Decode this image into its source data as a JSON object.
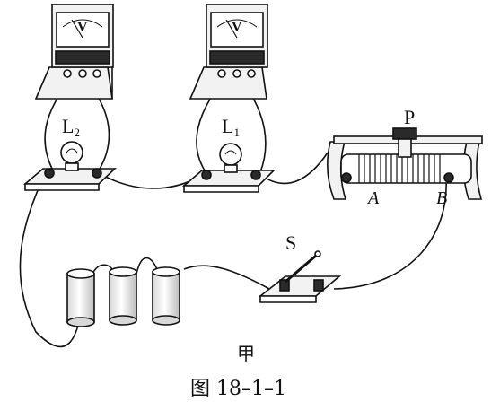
{
  "voltmeter_left": {
    "dial_symbol": "V"
  },
  "voltmeter_right": {
    "dial_symbol": "V"
  },
  "lamp_l2": {
    "letter": "L",
    "index": "2"
  },
  "lamp_l1": {
    "letter": "L",
    "index": "1"
  },
  "rheostat": {
    "slider_label": "P",
    "terminal_a": "A",
    "terminal_b": "B"
  },
  "switch": {
    "label": "S"
  },
  "caption": {
    "sub_label": "甲",
    "figure_label": "图 18–1–1"
  },
  "colors": {
    "ink": "#111111",
    "panel": "#f2f2f2",
    "dark_panel": "#2a2a2a"
  }
}
